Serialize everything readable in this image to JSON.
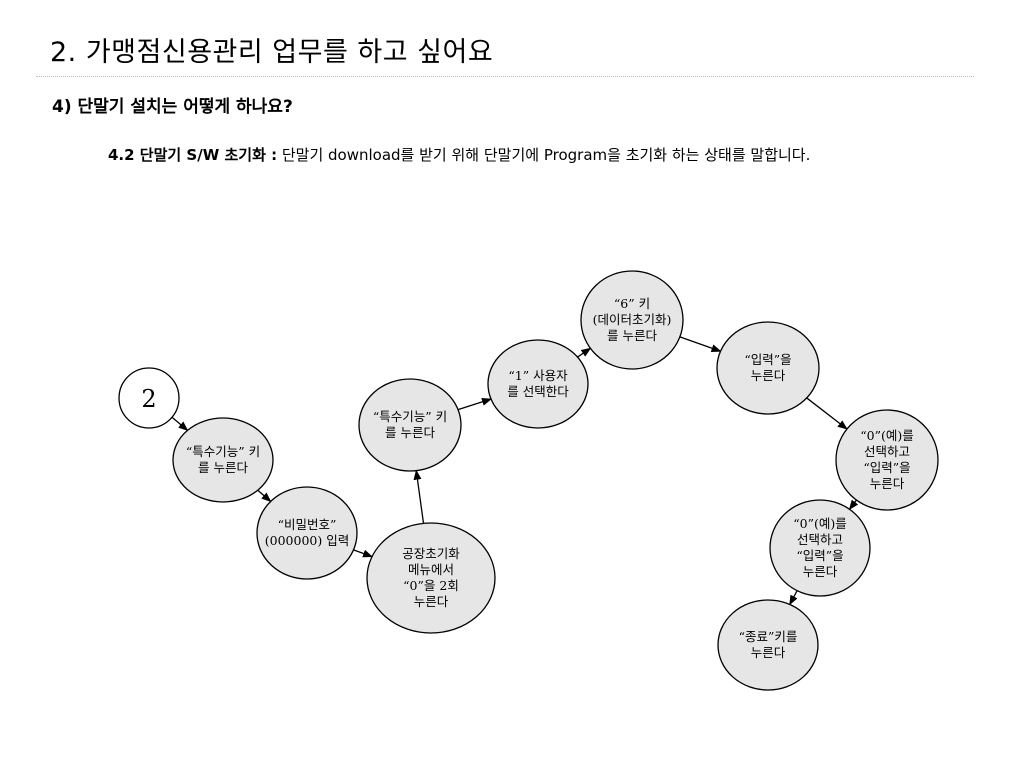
{
  "header": {
    "title": "2. 가맹점신용관리 업무를 하고 싶어요",
    "subtitle": "4) 단말기 설치는 어떻게 하나요?"
  },
  "description": {
    "label": "4.2 단말기 S/W 초기화 :",
    "text": " 단말기 download를 받기 위해 단말기에 Program을 초기화 하는 상태를 말합니다."
  },
  "diagram": {
    "start_label": "2",
    "steps": [
      [
        "“특수기능” 키",
        "를 누른다"
      ],
      [
        "“비밀번호”",
        "(000000) 입력"
      ],
      [
        "공장초기화",
        "메뉴에서",
        "“0”을 2회",
        "누른다"
      ],
      [
        "“특수기능” 키",
        "를 누른다"
      ],
      [
        "“1” 사용자",
        "를 선택한다"
      ],
      [
        "“6” 키",
        "(데이터초기화)",
        "를 누른다"
      ],
      [
        "“입력”을",
        "누른다"
      ],
      [
        "“0”(예)를",
        "선택하고",
        "“입력”을",
        "누른다"
      ],
      [
        "“0”(예)를",
        "선택하고",
        "“입력”을",
        "누른다"
      ],
      [
        "“종료”키를",
        "누른다"
      ]
    ]
  },
  "colors": {
    "node_fill": "#e6e6e6",
    "stroke": "#000000",
    "rule": "#bbbbbb"
  }
}
